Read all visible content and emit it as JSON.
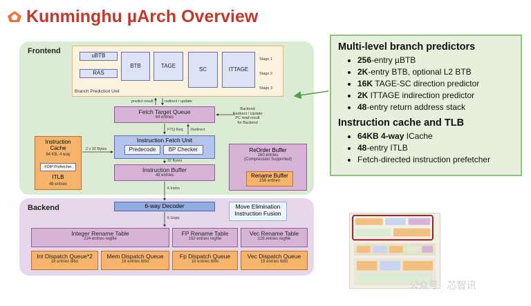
{
  "title": "Kunminghu µArch Overview",
  "frontend": {
    "label": "Frontend",
    "bpu": {
      "ubtb": "uBTB",
      "ras": "RAS",
      "btb": "BTB",
      "tage": "TAGE",
      "sc": "SC",
      "ittage": "ITTAGE",
      "stage1": "Stage 1",
      "stage2": "Stage 2",
      "stage3": "Stage 3",
      "label": "Branch Prediction Unit"
    },
    "predict_result": "predict result",
    "redirect_update": "redirect / update",
    "ftq": {
      "title": "Fetch Target Queue",
      "sub": "64 entries"
    },
    "backend_note": "Backend\nRedirect / Update\nPC read result\nfor Backend",
    "ftq_req": "FTQ Req",
    "redirect": "Redirect",
    "ifu": {
      "title": "Instruction Fetch Unit",
      "predecode": "Predecode",
      "bpcheck": "BP Checker"
    },
    "bytes_2x32": "2 x 32 Bytes",
    "bytes_32": "32 Bytes",
    "icache": {
      "title": "Instruction\nCache",
      "size": "64 KB, 4 way",
      "fdip": "FDIP Prefetcher",
      "itlb": "ITLB",
      "itlb_sub": "48 entries"
    },
    "ibuf": {
      "title": "Instruction Buffer",
      "sub": "48 entries"
    },
    "instrs": "6 Instrs",
    "rob": {
      "title": "ReOrder Buffer",
      "sub1": "160 entries",
      "sub2": "(Compression Supported)",
      "rename": "Rename Buffer",
      "rename_sub": "256 entries"
    }
  },
  "backend": {
    "label": "Backend",
    "decoder": "6-way Decoder",
    "uops": "6 Uops",
    "move_elim": "Move Elimination",
    "fusion": "Instruction Fusion",
    "rename": [
      {
        "title": "Integer Rename Table",
        "sub": "224 entries regfile"
      },
      {
        "title": "FP Rename Table",
        "sub": "192 entries regfile"
      },
      {
        "title": "Vec Rename Table",
        "sub": "128 entries regfile"
      }
    ],
    "dispatch": [
      {
        "title": "Int Dispatch Queue*2",
        "sub": "18 entries  6i6o"
      },
      {
        "title": "Mem Dispatch Queue",
        "sub": "18 entries  6i6o"
      },
      {
        "title": "Fp Dispatch Queue",
        "sub": "18 entries  6i6o"
      },
      {
        "title": "Vec Dispatch Queue",
        "sub": "18 entries  6i6o"
      }
    ]
  },
  "info": {
    "heading1": "Multi-level branch predictors",
    "bp": [
      {
        "b": "256",
        "t": "-entry µBTB"
      },
      {
        "b": "2K",
        "t": "-entry BTB, optional L2 BTB"
      },
      {
        "b": "16K",
        "t": " TAGE-SC direction predictor"
      },
      {
        "b": "2K",
        "t": " ITTAGE indirection predictor"
      },
      {
        "b": "48",
        "t": "-entry return address stack"
      }
    ],
    "heading2": "Instruction cache and TLB",
    "ic": [
      {
        "b": "64KB 4-way",
        "t": " ICache"
      },
      {
        "b": "48",
        "t": "-entry ITLB"
      },
      {
        "b": "",
        "t": "Fetch-directed instruction prefetcher"
      }
    ]
  },
  "watermark": "公众号 · 芯智讯",
  "colors": {
    "title": "#c0392b",
    "frontend_bg": "#dcebd3",
    "backend_bg": "#e6d8ea",
    "purple": "#d7b3d8",
    "blue": "#b3c3ec",
    "orange": "#f5b36b",
    "info_border": "#8cc47a"
  }
}
